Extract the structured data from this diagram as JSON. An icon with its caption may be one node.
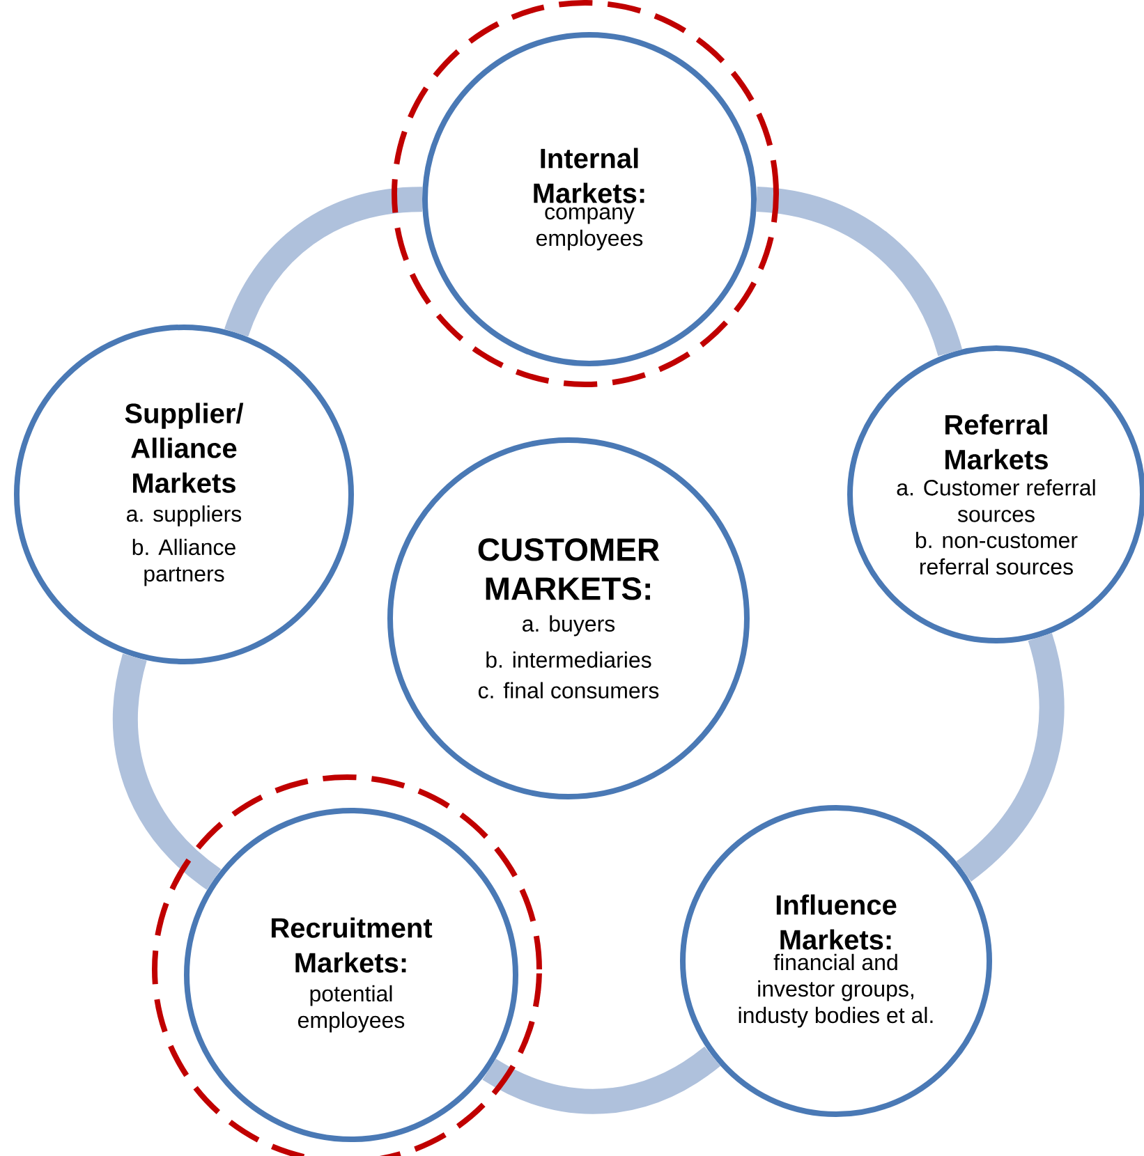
{
  "diagram": {
    "nodes": [
      {
        "text": [
          "Internal Markets:",
          "company employees"
        ]
      },
      {
        "text": [
          "Supplier/ Alliance Markets",
          "a. suppliers",
          "b. Alliance partners"
        ]
      },
      {
        "text": [
          "Referral Markets",
          "a. Customer referral sources",
          "b. non-customer referral sources"
        ]
      },
      {
        "text": [
          "CUSTOMER MARKETS:",
          "a. buyers",
          "b. intermediaries",
          "c. final consumers"
        ]
      },
      {
        "text": [
          "Recruitment Markets:",
          "potential employees"
        ]
      },
      {
        "text": [
          "Influence Markets:",
          "financial and investor groups, industy bodies et al."
        ]
      }
    ],
    "edges": [
      {
        "from": 0,
        "to": 2,
        "arrow": "none"
      },
      {
        "from": 2,
        "to": 5,
        "arrow": "none"
      },
      {
        "from": 5,
        "to": 4,
        "arrow": "none"
      },
      {
        "from": 4,
        "to": 1,
        "arrow": "none"
      },
      {
        "from": 1,
        "to": 0,
        "arrow": "none"
      }
    ]
  }
}
